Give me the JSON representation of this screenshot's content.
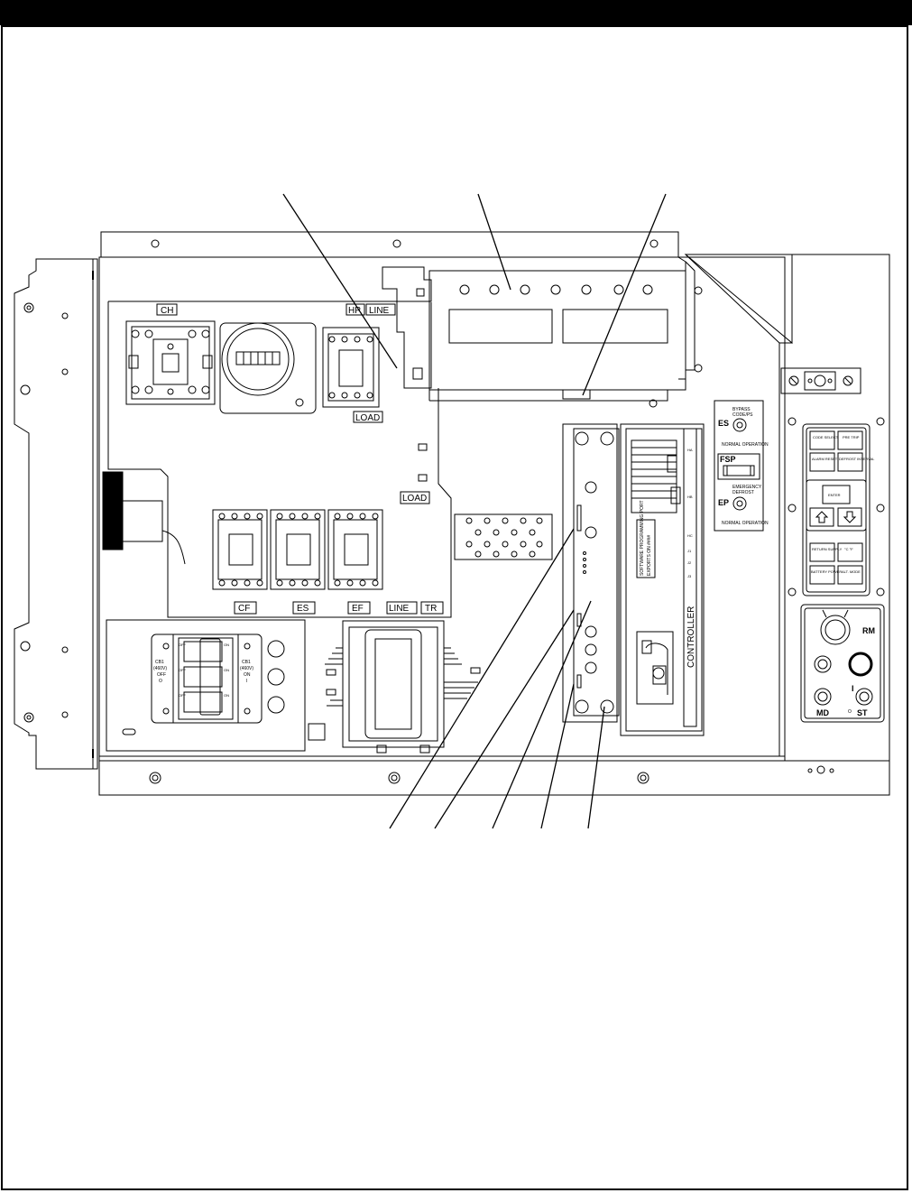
{
  "header": {
    "bar_color": "#000000"
  },
  "labels": {
    "ch": "CH",
    "hp": "HP",
    "line_top": "LINE",
    "load_top": "LOAD",
    "load_mid": "LOAD",
    "cf": "CF",
    "es": "ES",
    "ef": "EF",
    "line_bottom": "LINE",
    "tr": "TR",
    "cb1_off_title": "CB1",
    "cb1_off_volt": "(460V)",
    "cb1_off_state": "OFF",
    "cb1_off_code": "O",
    "cb1_on_title": "CB1",
    "cb1_on_volt": "(460V)",
    "cb1_on_state": "ON",
    "cb1_on_code": "I",
    "cb_handle_off": "OFF",
    "cb_handle_on": "ON",
    "controller": "CONTROLLER",
    "software_line1": "SOFTWARE PROGRAMMING PORT",
    "software_line2": "EXPORTS ON ####",
    "rm": "RM",
    "md": "MD",
    "st": "ST",
    "es_switch": "ES",
    "ep_switch": "EP",
    "fsp": "FSP",
    "bypass_line1": "BYPASS",
    "bypass_line2": "CODE/PS",
    "normal_operation_top": "NORMAL OPERATION",
    "emergency_line1": "EMERGENCY",
    "emergency_line2": "DEFROST",
    "normal_operation_bottom": "NORMAL OPERATION",
    "io_i": "I",
    "io_o": "O",
    "kp_code_select": "CODE SELECT",
    "kp_pre_trip": "PRE TRIP",
    "kp_alarm_reset": "ALARM RESET",
    "kp_defrost_interval": "DEFROST INTERVAL",
    "kp_enter": "ENTER",
    "kp_return_supply": "RETURN SUPPLY",
    "kp_c_f": "°C °F",
    "kp_battery_power": "BATTERY POWER",
    "kp_alt_mode": "ALT. MODE",
    "ctrl_tag_ha": "HA",
    "ctrl_tag_hb": "HB",
    "ctrl_tag_hc": "HC",
    "ctrl_tag_j1": "J1",
    "ctrl_tag_j2": "J2",
    "ctrl_tag_j3": "J3"
  }
}
